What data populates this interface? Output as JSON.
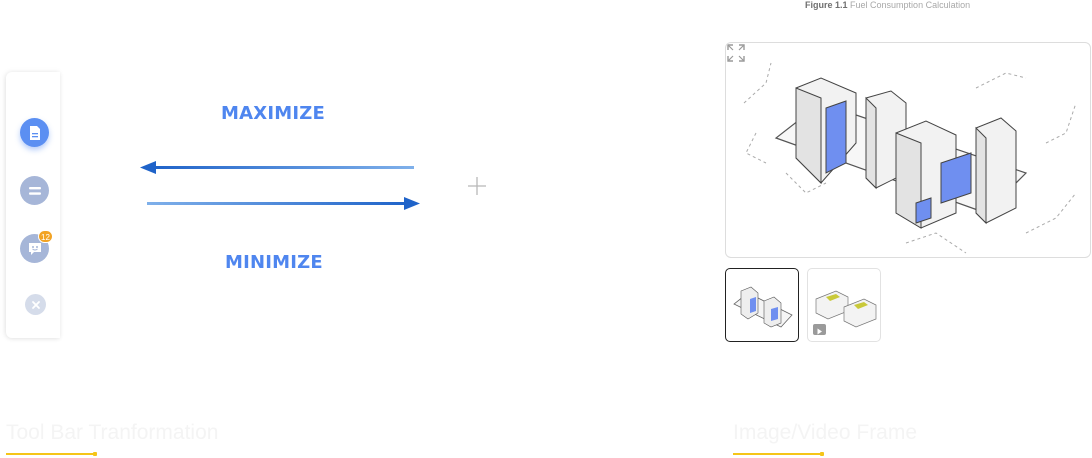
{
  "toolbar": {
    "chat_badge_count": "12",
    "colors": {
      "active": "#5b8ff2",
      "inactive": "#a6b6d8",
      "close": "#d5dcea",
      "badge": "#f2a324"
    },
    "icons": [
      "document-icon",
      "equals-icon",
      "chat-icon",
      "close-icon"
    ]
  },
  "arrows": {
    "maximize_label": "MAXIMIZE",
    "minimize_label": "MINIMIZE",
    "color": "#4f86ef"
  },
  "figure": {
    "number": "Figure 1.1",
    "caption": "Fuel Consumption Calculation",
    "thumbnails": [
      {
        "type": "image",
        "selected": true
      },
      {
        "type": "video",
        "selected": false
      }
    ]
  },
  "sections": {
    "left_title": "Tool Bar Tranformation",
    "right_title": "Image/Video Frame",
    "underline_color": "#f5c518"
  }
}
